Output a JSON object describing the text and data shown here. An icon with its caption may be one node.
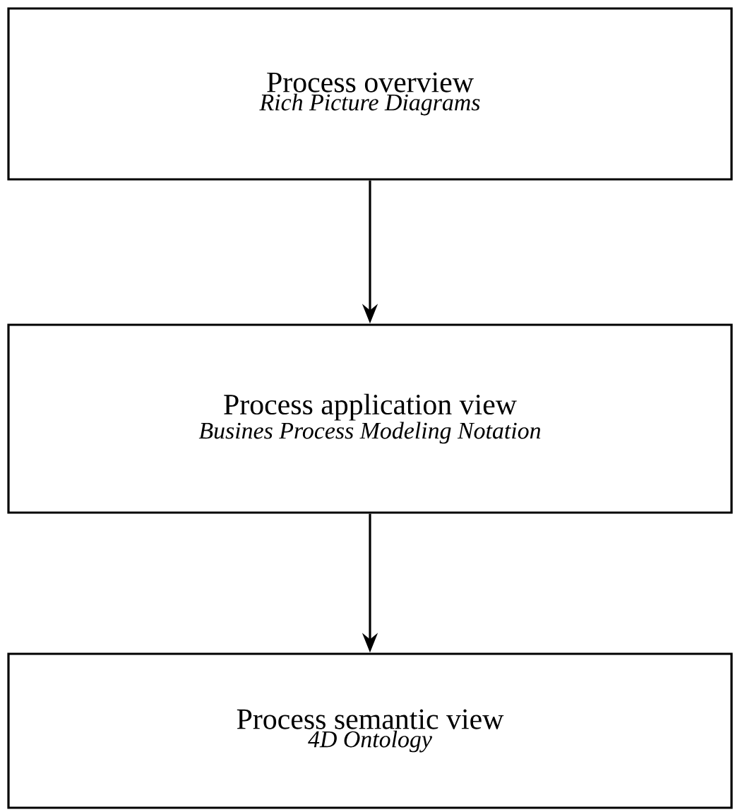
{
  "diagram": {
    "nodes": [
      {
        "text": [
          "Process overview",
          "Rich Picture Diagrams"
        ]
      },
      {
        "text": [
          "Process application view",
          "Busines Process Modeling Notation"
        ]
      },
      {
        "text": [
          "Process semantic view",
          "4D Ontology"
        ]
      }
    ],
    "edges": [
      {
        "from": 0,
        "to": 1,
        "arrow": "to"
      },
      {
        "from": 1,
        "to": 2,
        "arrow": "to"
      }
    ]
  }
}
